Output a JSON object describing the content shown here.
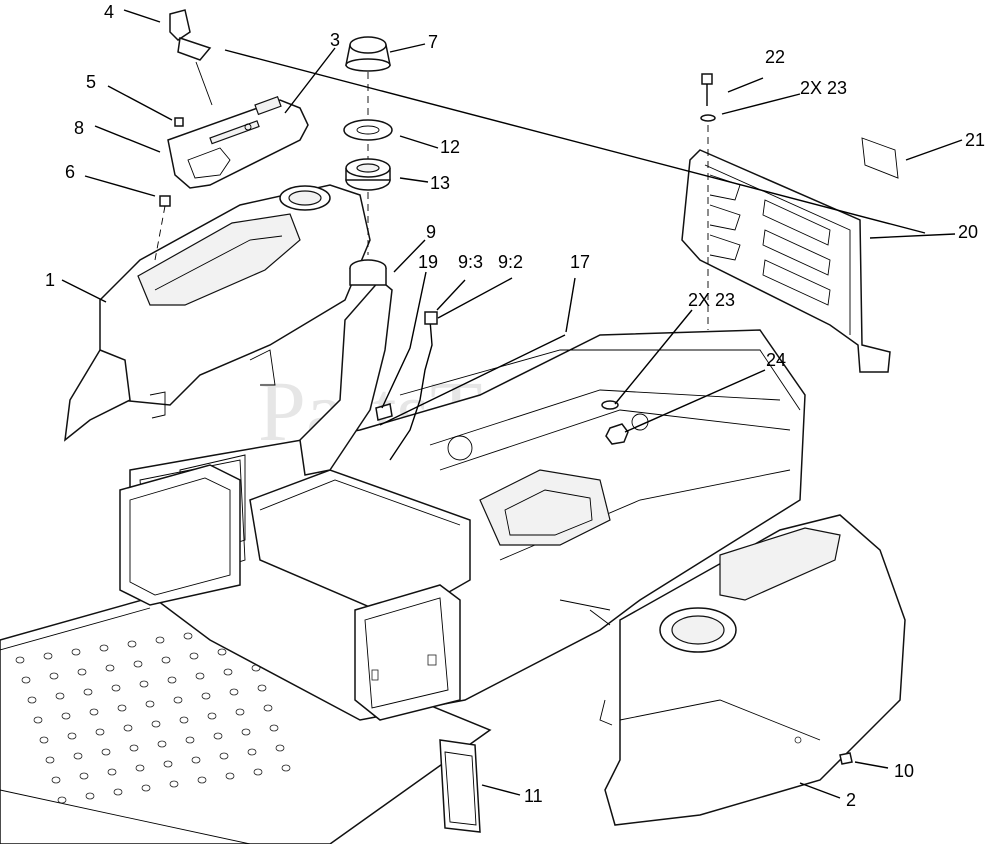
{
  "watermark": "PartsTree",
  "callouts": {
    "c1": "1",
    "c2": "2",
    "c3": "3",
    "c4": "4",
    "c5": "5",
    "c6": "6",
    "c7": "7",
    "c8": "8",
    "c9": "9",
    "c9_3": "9:3",
    "c9_2": "9:2",
    "c10": "10",
    "c11": "11",
    "c12": "12",
    "c13": "13",
    "c17": "17",
    "c19": "19",
    "c20": "20",
    "c21": "21",
    "c22": "22",
    "c23a": "2X 23",
    "c23b": "2X 23",
    "c24": "24"
  }
}
